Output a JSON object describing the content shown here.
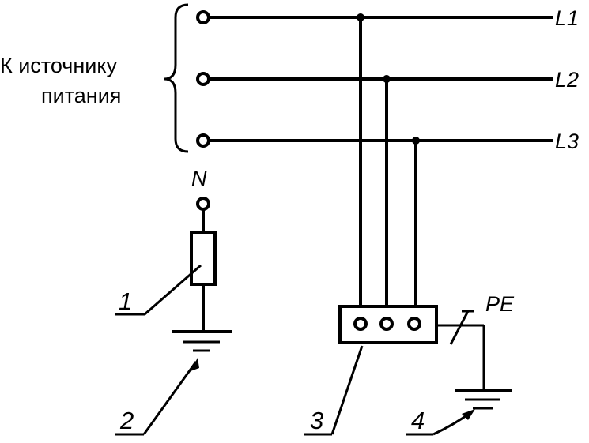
{
  "source_label": {
    "line1": "К источнику",
    "line2": "питания"
  },
  "lines": {
    "l1": "L1",
    "l2": "L2",
    "l3": "L3",
    "neutral": "N",
    "pe": "PE"
  },
  "callouts": {
    "c1": "1",
    "c2": "2",
    "c3": "3",
    "c4": "4"
  },
  "colors": {
    "ink": "#000000",
    "background": "#ffffff"
  }
}
